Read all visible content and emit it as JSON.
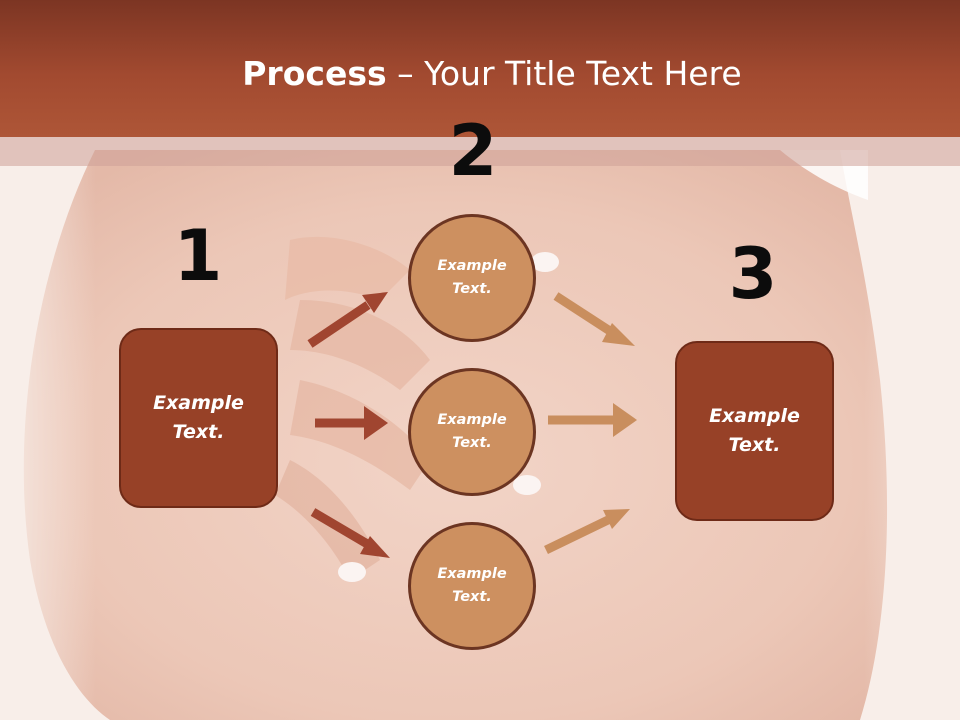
{
  "slide": {
    "title_bold": "Process",
    "title_rest": " – Your Title Text Here"
  },
  "steps": {
    "one": "1",
    "two": "2",
    "three": "3"
  },
  "left_box": {
    "text": "Example\nText."
  },
  "circles": [
    {
      "text": "Example\nText."
    },
    {
      "text": "Example\nText."
    },
    {
      "text": "Example\nText."
    }
  ],
  "right_box": {
    "text": "Example\nText."
  },
  "colors": {
    "header": "#a24a30",
    "box_fill": "#974127",
    "circle_fill": "#cd9060",
    "arrow_dark": "#a04530",
    "arrow_light": "#c98e5e"
  }
}
